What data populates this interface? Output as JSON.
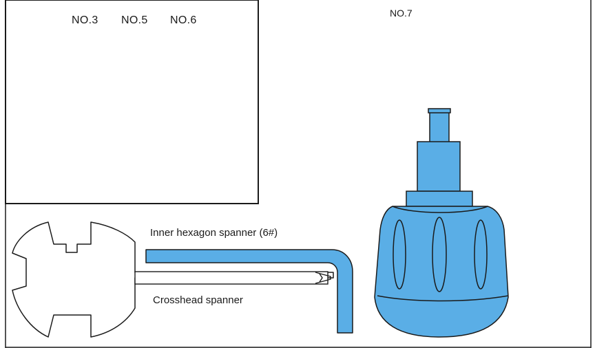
{
  "labels": {
    "no3": "NO.3",
    "no5": "NO.5",
    "no6": "NO.6",
    "no7": "NO.7",
    "inner_hexagon": "Inner hexagon spanner (6#)",
    "crosshead": "Crosshead spanner"
  },
  "colors": {
    "tool_fill": "#5aaee6",
    "outline": "#1a1a1a",
    "background": "#ffffff"
  },
  "icons": {
    "wrench": "multi-slot-spanner-icon",
    "hex_key": "hex-key-icon",
    "screwdriver": "screwdriver-icon"
  }
}
